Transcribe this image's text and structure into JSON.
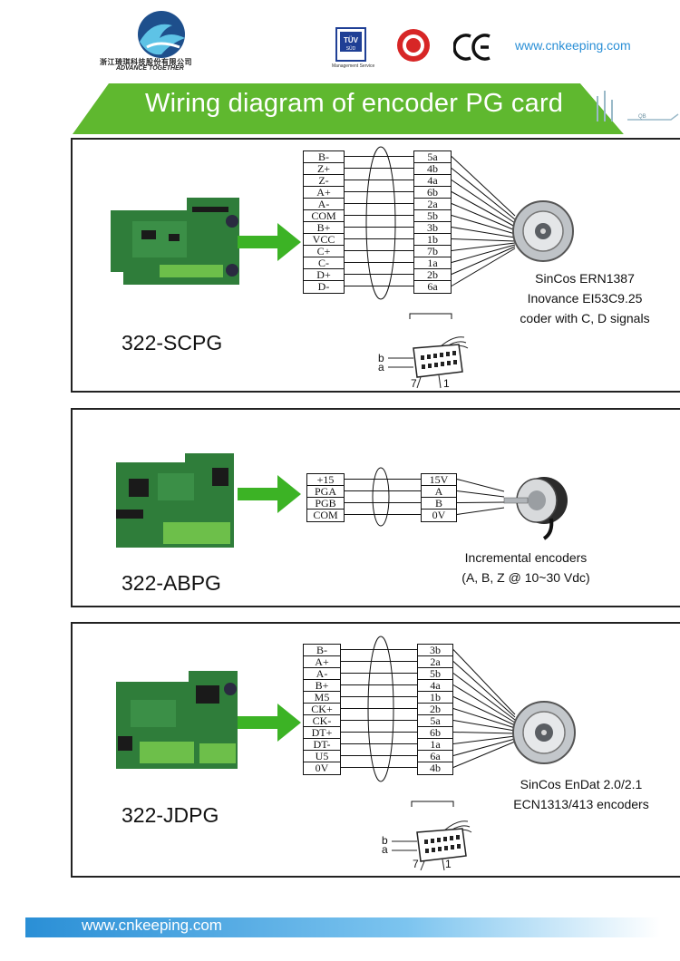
{
  "header": {
    "company_cn": "浙江琦琪科技股份有限公司",
    "slogan": "ADVANCE TOGETHER",
    "cert_tuv_sub": "Management Service",
    "website": "www.cnkeeping.com"
  },
  "title": "Wiring diagram of encoder PG card",
  "colors": {
    "accent_green": "#5fb82f",
    "arrow_green": "#3cb325",
    "link_blue": "#2a8fd6"
  },
  "cards": [
    {
      "model": "322-SCPG",
      "left_terms": [
        "B-",
        "Z+",
        "Z-",
        "A+",
        "A-",
        "COM",
        "B+",
        "VCC",
        "C+",
        "C-",
        "D+",
        "D-"
      ],
      "right_terms": [
        "5a",
        "4b",
        "4a",
        "6b",
        "2a",
        "5b",
        "3b",
        "1b",
        "7b",
        "1a",
        "2b",
        "6a"
      ],
      "encoder_label": [
        "SinCos ERN1387",
        "Inovance EI53C9.25",
        "coder with C, D signals"
      ],
      "connector": {
        "b": "b",
        "a": "a",
        "pin_left": "7",
        "pin_right": "1"
      }
    },
    {
      "model": "322-ABPG",
      "left_terms": [
        "+15",
        "PGA",
        "PGB",
        "COM"
      ],
      "right_terms": [
        "15V",
        "A",
        "B",
        "0V"
      ],
      "encoder_label": [
        "Incremental encoders",
        "(A, B, Z @ 10~30 Vdc)"
      ]
    },
    {
      "model": "322-JDPG",
      "left_terms": [
        "B-",
        "A+",
        "A-",
        "B+",
        "M5",
        "CK+",
        "CK-",
        "DT+",
        "DT-",
        "U5",
        "0V"
      ],
      "right_terms": [
        "3b",
        "2a",
        "5b",
        "4a",
        "1b",
        "2b",
        "5a",
        "6b",
        "1a",
        "6a",
        "4b"
      ],
      "encoder_label": [
        "SinCos EnDat 2.0/2.1",
        "ECN1313/413 encoders"
      ],
      "connector": {
        "b": "b",
        "a": "a",
        "pin_left": "7",
        "pin_right": "1"
      }
    }
  ],
  "footer": {
    "website": "www.cnkeeping.com"
  }
}
